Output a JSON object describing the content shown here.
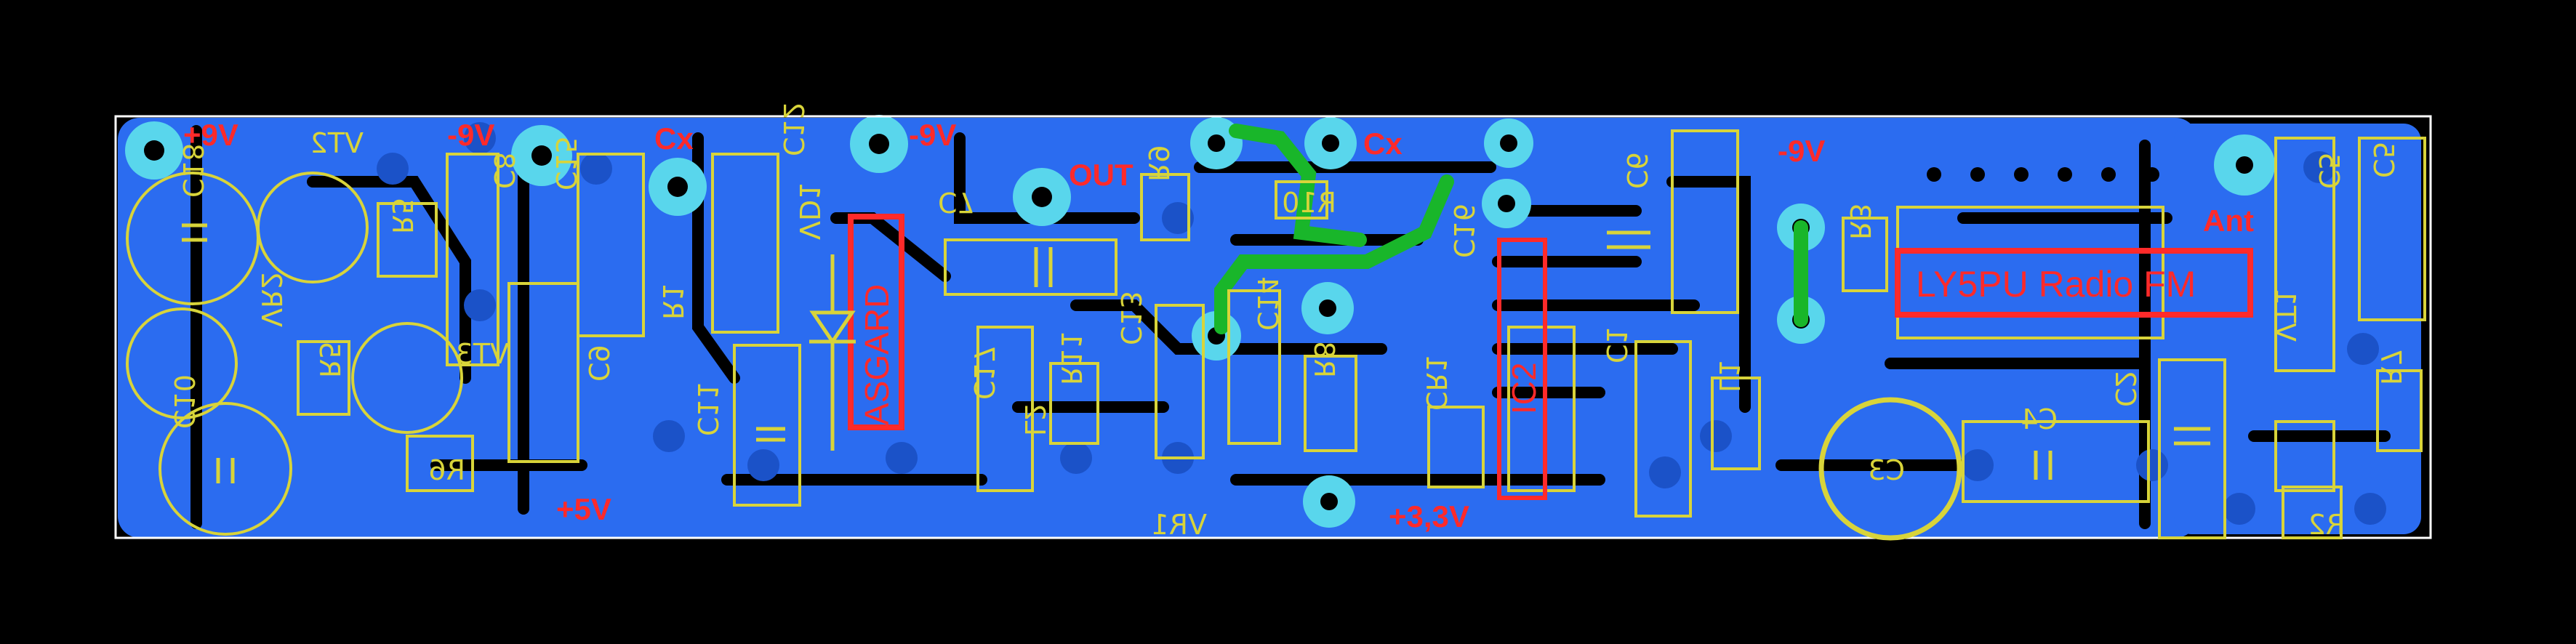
{
  "colors": {
    "background": "#000000",
    "copper": "#2b6cf0",
    "pad": "#59d6ec",
    "jumper": "#19b62a",
    "silkscreen": "#d8d43a",
    "net_label": "#ff2a2a",
    "outline": "#ffffff"
  },
  "net_labels": {
    "plus9v": "+9V",
    "minus9v_a": "-9V",
    "cx_a": "Cx",
    "minus9v_b": "-9V",
    "out": "OUT",
    "cx_b": "Cx",
    "minus9v_c": "-9V",
    "ant": "Ant",
    "plus5v": "+5V",
    "plus3v3": "+3,3V"
  },
  "brand_boxes": {
    "asgard": "ASGARD",
    "radio": "LY5PU Radio FM",
    "ic2": "IC2"
  },
  "silk": {
    "c18": "C18",
    "vt2": "VT2",
    "r5": "R5",
    "c8": "C8",
    "c12": "C12",
    "c15": "C15",
    "c9": "C9",
    "r1": "R1",
    "vd1": "VD1",
    "c11": "C11",
    "c7": "C7",
    "r9": "R9",
    "r10": "R10",
    "c16": "C16",
    "c13": "C13",
    "c14": "C14",
    "r8": "R8",
    "c6": "C6",
    "r4": "R4",
    "c5": "C5",
    "c1": "C1",
    "l1": "L1",
    "r3": "R3",
    "c3": "C3",
    "c4": "C4",
    "c2": "C2",
    "vt1": "VT1",
    "r2": "R2",
    "r7": "R7",
    "c17": "C17",
    "vr2": "VR2",
    "r6": "R6",
    "c10": "C10",
    "vt3": "VT3",
    "vr1": "VR1",
    "r11": "R11",
    "cr1": "CR1",
    "l2": "L2"
  }
}
